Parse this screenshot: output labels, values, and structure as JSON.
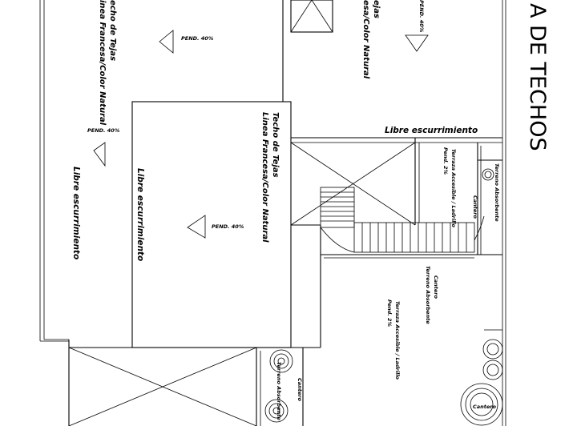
{
  "sheet": {
    "title": "A DE TECHOS"
  },
  "roofs": [
    {
      "id": "left",
      "slope": "PEND. 40%",
      "slope2": "PEND. 40%",
      "material_1": "echo de Tejas",
      "material_2": "inea Francesa/Color Natural",
      "drain": "Libre escurrimiento"
    },
    {
      "id": "center",
      "slope": "PEND. 40%",
      "material_1": "Techo de Tejas",
      "material_2": "Linea Francesa/Color Natural",
      "drain": "Libre escurrimiento"
    },
    {
      "id": "top",
      "slope": "PEND. 40%",
      "material_1": "ejas",
      "material_2": "esa/Color Natural"
    }
  ],
  "notes": {
    "drain_horizontal": "Libre escurrimiento",
    "terrace_1": "Terraza Accesible / Ladrillo",
    "terrace_1_slope": "Pend. 2%",
    "terrace_2": "Terraza Accesible / Ladrillo",
    "terrace_2_slope": "Pend. 2%",
    "terreno": "Terreno Absorbente",
    "cantero": "Cantero"
  },
  "colors": {
    "line": "#000000",
    "background": "#ffffff"
  }
}
